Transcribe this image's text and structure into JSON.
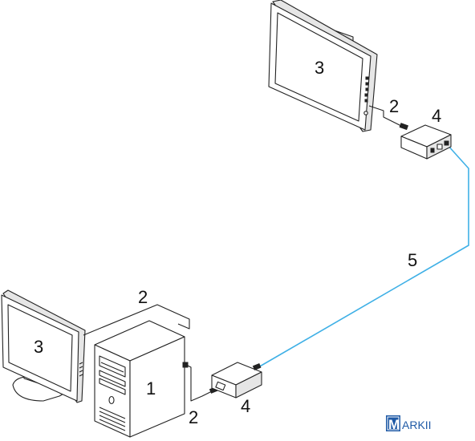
{
  "labels": {
    "pc": "1",
    "cable_top": "2",
    "cable_pc_monitor": "2",
    "cable_bottom": "2",
    "monitor_top": "3",
    "monitor_bottom": "3",
    "extender_top": "4",
    "extender_bottom": "4",
    "fiber": "5"
  },
  "logo": {
    "letter": "M",
    "text": "ARKII"
  },
  "colors": {
    "fiber": "#3fb0e6",
    "logo": "#1f5aa6",
    "line": "#222222"
  }
}
